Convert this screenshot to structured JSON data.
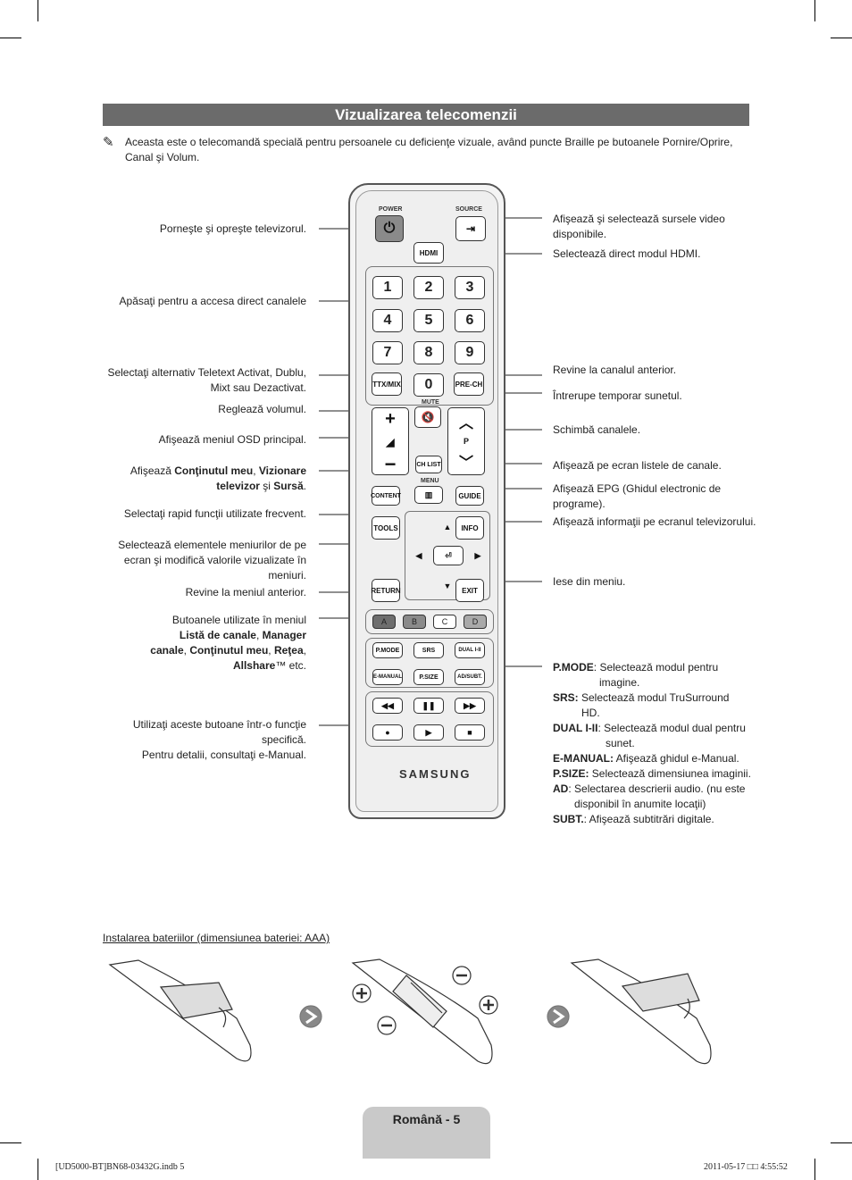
{
  "page": {
    "title": "Vizualizarea telecomenzii",
    "note": "Aceasta este o telecomandă specială pentru persoanele cu deficienţe vizuale, având puncte Braille pe butoanele Pornire/Oprire, Canal şi Volum.",
    "note_icon": "pencil-note-icon"
  },
  "labels_left": {
    "power": "Porneşte şi opreşte televizorul.",
    "numbers": "Apăsaţi pentru a accesa direct canalele",
    "ttx_1": "Selectaţi alternativ Teletext Activat, Dublu,",
    "ttx_2": "Mixt sau Dezactivat.",
    "volume": "Reglează volumul.",
    "menu": "Afişează meniul OSD principal.",
    "content_pre": "Afişează ",
    "content_b1": "Conţinutul meu",
    "content_sep1": ", ",
    "content_b2": "Vizionare",
    "content_b3": "televizor",
    "content_mid": " şi ",
    "content_b4": "Sursă",
    "content_end": ".",
    "tools": "Selectaţi rapid funcţii utilizate frecvent.",
    "nav_1": "Selectează elementele meniurilor de pe",
    "nav_2": "ecran şi modifică valorile vizualizate în",
    "nav_3": "meniuri.",
    "return": "Revine la meniul anterior.",
    "color_1": "Butoanele utilizate în meniul",
    "color_b1": "Listă de canale",
    "color_sep1": ", ",
    "color_b2": "Manager",
    "color_b3": "canale",
    "color_sep2": ", ",
    "color_b4": "Conţinutul meu",
    "color_sep3": ", ",
    "color_b5": "Reţea",
    "color_sep4": ",",
    "color_b6": "Allshare",
    "color_end": "™ etc.",
    "media_1": "Utilizaţi aceste butoane într-o funcţie",
    "media_2": "specifică.",
    "media_3": "Pentru detalii, consultaţi e-Manual."
  },
  "labels_right": {
    "source_1": "Afişează şi selectează sursele video",
    "source_2": "disponibile.",
    "hdmi": "Selectează direct modul HDMI.",
    "prech": "Revine la canalul anterior.",
    "mute": "Întrerupe temporar sunetul.",
    "channel": "Schimbă canalele.",
    "chlist": "Afişează pe ecran listele de canale.",
    "guide_1": "Afişează EPG (Ghidul electronic de",
    "guide_2": "programe).",
    "info": "Afişează informaţii pe ecranul televizorului.",
    "exit": "Iese din meniu.",
    "pmode_k": "P.MODE",
    "pmode_v": ": Selectează modul pentru",
    "pmode_v2": "imagine.",
    "srs_k": "SRS:",
    "srs_v": " Selectează modul TruSurround",
    "srs_v2": "HD.",
    "dual_k": "DUAL I-II",
    "dual_v": ": Selectează modul dual pentru",
    "dual_v2": "sunet.",
    "emanual_k": "E-MANUAL:",
    "emanual_v": " Afişează ghidul e-Manual.",
    "psize_k": "P.SIZE:",
    "psize_v": " Selectează dimensiunea imaginii.",
    "ad_k": "AD",
    "ad_v": ": Selectarea descrierii audio. (nu este",
    "ad_v2": "disponibil în anumite locaţii)",
    "subt_k": "SUBT.",
    "subt_v": ": Afişează subtitrări digitale."
  },
  "remote": {
    "power": "POWER",
    "source": "SOURCE",
    "hdmi": "HDMI",
    "numbers": [
      "1",
      "2",
      "3",
      "4",
      "5",
      "6",
      "7",
      "8",
      "9"
    ],
    "zero": "0",
    "ttx": "TTX/MIX",
    "prech": "PRE-CH",
    "mute": "MUTE",
    "p": "P",
    "chlist": "CH LIST",
    "menu": "MENU",
    "content": "CONTENT",
    "guide": "GUIDE",
    "tools": "TOOLS",
    "info": "INFO",
    "return": "RETURN",
    "exit": "EXIT",
    "colors": [
      "A",
      "B",
      "C",
      "D"
    ],
    "color_hex": [
      "#6e6e6e",
      "#8a8a8a",
      "#ffffff",
      "#a9a9a9"
    ],
    "pmode": "P.MODE",
    "srs": "SRS",
    "dual": "DUAL I-II",
    "emanual": "E-MANUAL",
    "psize": "P.SIZE",
    "adsubt": "AD/SUBT.",
    "brand": "SAMSUNG"
  },
  "battery": {
    "heading": "Instalarea bateriilor (dimensiunea bateriei: AAA)"
  },
  "footer": {
    "page_label": "Română - 5",
    "file": "[UD5000-BT]BN68-03432G.indb   5",
    "date": "2011-05-17   □□ 4:55:52"
  }
}
